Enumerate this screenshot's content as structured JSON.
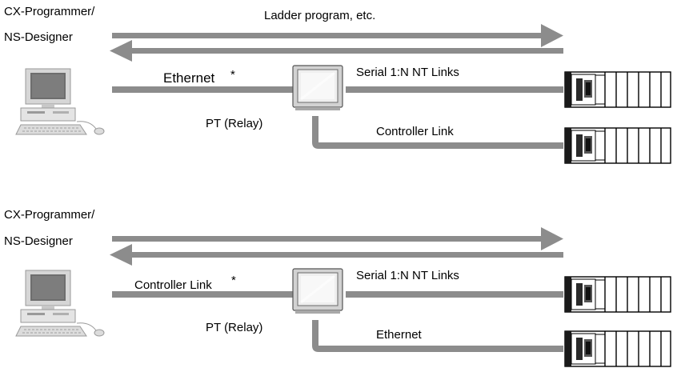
{
  "colors": {
    "line": "#8c8c8c",
    "plc_fill": "#ffffff",
    "plc_stroke": "#000000",
    "text": "#000000"
  },
  "diagrams": [
    {
      "software_label_line1": "CX-Programmer/",
      "software_label_line2": "NS-Designer",
      "arrow_label": "Ladder program, etc.",
      "pc_link_label": "Ethernet",
      "pc_link_marker": "*",
      "pt_label": "PT (Relay)",
      "upper_link_label": "Serial 1:N NT Links",
      "lower_link_label": "Controller Link"
    },
    {
      "software_label_line1": "CX-Programmer/",
      "software_label_line2": "NS-Designer",
      "arrow_label": "",
      "pc_link_label": "Controller Link",
      "pc_link_marker": "*",
      "pt_label": "PT (Relay)",
      "upper_link_label": "Serial 1:N NT Links",
      "lower_link_label": "Ethernet"
    }
  ],
  "icons": {
    "computer": "desktop-computer-icon",
    "pt": "touch-panel-pt-icon",
    "plc": "plc-rack-icon"
  }
}
